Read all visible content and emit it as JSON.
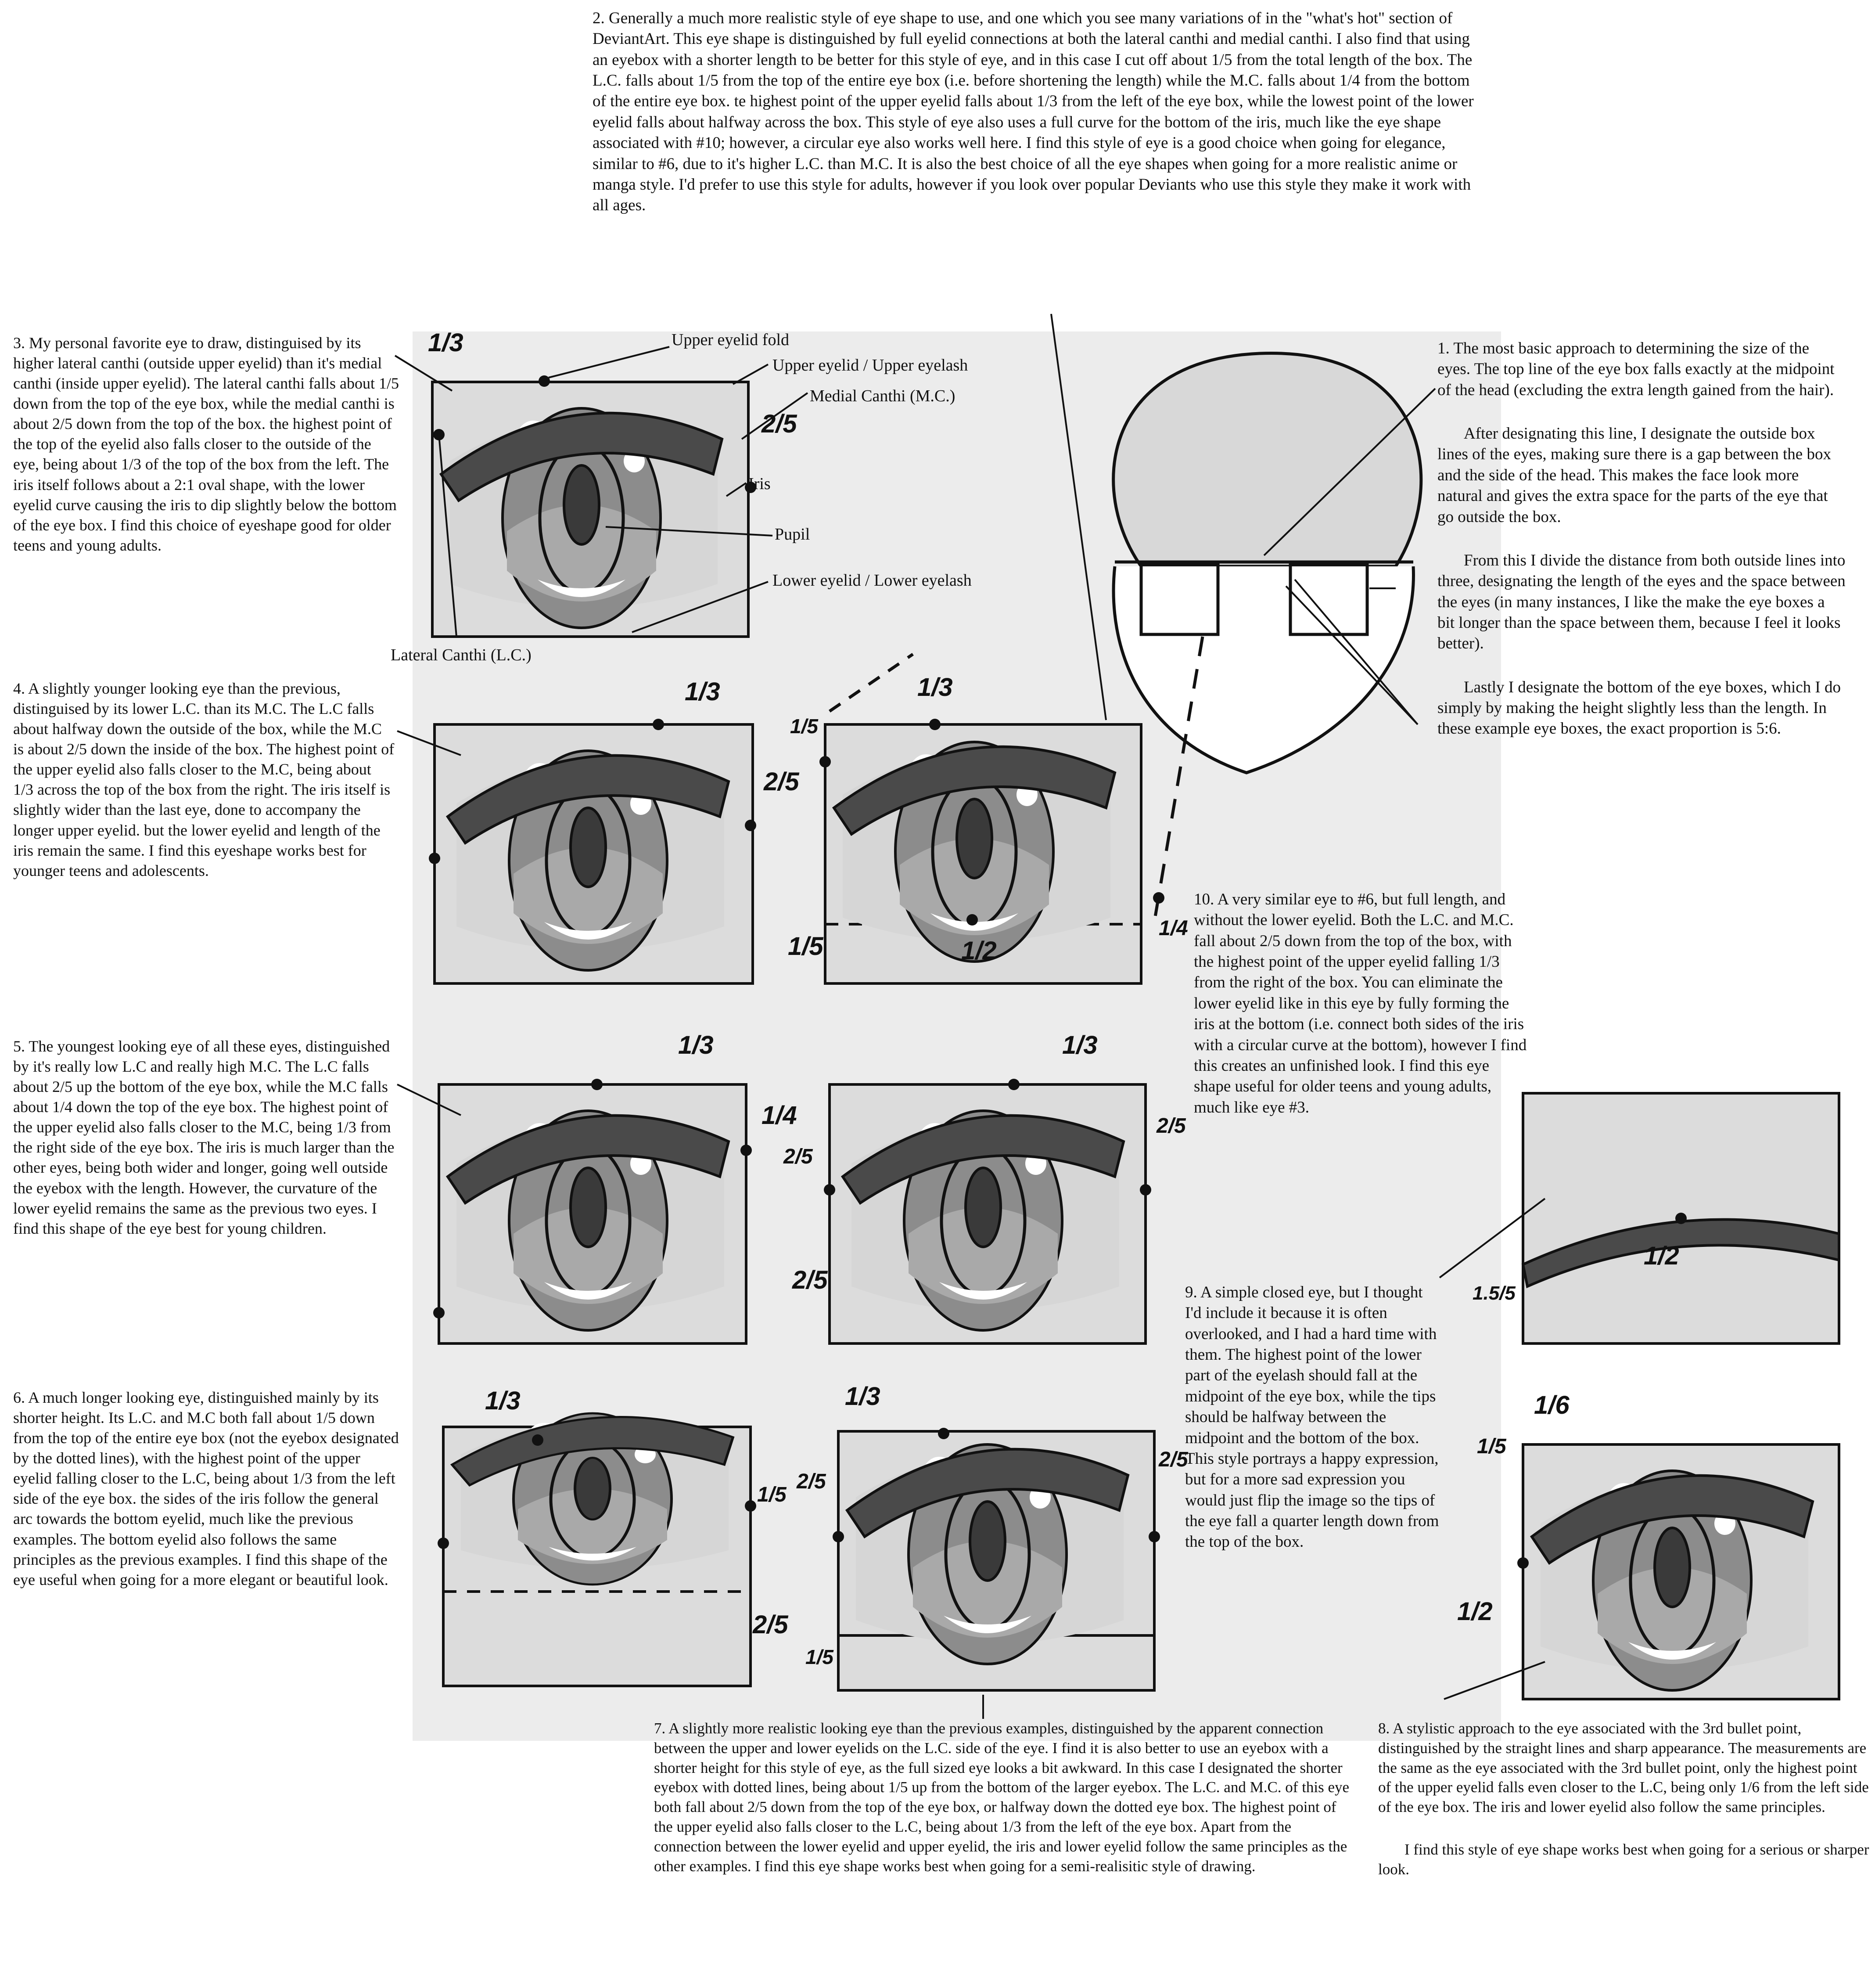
{
  "notes": {
    "n1": {
      "p1": "1. The most basic approach to determining the size of the eyes. The top line of the eye box falls exactly at the midpoint of the head (excluding the extra length gained from the hair).",
      "p2": "After designating this line, I designate the outside box lines of the eyes, making sure there is a gap between the box and the side of the head. This makes the face look more natural and gives the extra space for the parts of the eye that go outside the box.",
      "p3": "From this I divide the distance from both outside lines into three, designating the length of the eyes and the space between the eyes (in many instances, I like the make the eye boxes a bit longer than the space between them, because I feel it looks better).",
      "p4": "Lastly I designate the bottom of the eye boxes, which I do simply by making the height slightly less than the length. In these example eye boxes, the exact proportion is 5:6."
    },
    "n2": "2. Generally a much more realistic style of eye shape to use, and one which you see many variations of in the \"what's hot\" section of DeviantArt. This eye shape is distinguished by full eyelid connections at both the lateral canthi and medial canthi. I also find that using an eyebox with a shorter length to be better for this style of eye, and in this case I cut off about 1/5 from the total length of the box. The L.C. falls about 1/5 from the top of the entire eye box (i.e. before shortening the length) while the M.C. falls about 1/4 from the bottom of the entire eye box. te highest point of the upper eyelid falls about 1/3 from the left of the eye box, while the lowest point of the lower eyelid falls about halfway across the box. This style of eye also uses a full curve for the bottom of the iris, much like the eye shape associated with #10; however, a circular eye also works well here. I find this style of eye is a good choice when going for elegance, similar to #6, due to it's higher L.C. than M.C. It is also the best choice of all the eye shapes when going for a more realistic anime or manga style. I'd prefer to use this style for adults, however if you look over popular Deviants who use this style they make it work with all ages.",
    "n3": "3. My personal favorite eye to draw, distinguised by its higher lateral canthi (outside upper eyelid) than it's medial canthi (inside upper eyelid). The lateral canthi falls about 1/5 down from the top of the eye box, while the medial canthi is about 2/5 down from the top of the box. the highest point of the top of the eyelid also falls closer to the outside of the eye, being about 1/3 of the top of the box from the left. The iris itself follows about a 2:1 oval shape, with the lower eyelid curve causing the iris to dip slightly below the bottom of the eye box. I find this choice of eyeshape good for older teens and young adults.",
    "n4": "4. A slightly younger looking eye than the previous, distinguised by its lower L.C. than its M.C. The L.C falls about halfway down the outside of the box, while the M.C is about 2/5 down the inside of the box. The highest point of the upper eyelid also falls closer to the M.C, being about 1/3 across the top of the box from the right. The iris itself is slightly wider than the last eye, done to accompany the longer upper eyelid. but the lower eyelid and length of the iris remain the same. I find this eyeshape works best for younger teens and adolescents.",
    "n5": "5. The youngest looking eye of all these eyes, distinguished by it's really low L.C and really high M.C. The L.C falls about 2/5 up the bottom of the eye box, while the M.C falls about 1/4 down the top of the eye box. The highest point of the upper eyelid also falls closer to the M.C, being 1/3 from the right side of the eye box. The iris is much larger than the other eyes, being both wider and longer, going well outside the eyebox with the length. However, the curvature of the lower eyelid remains the same as the previous two eyes. I find this shape of the eye best for young children.",
    "n6": "6. A much longer looking eye, distinguished mainly by its shorter height. Its L.C. and M.C both fall about 1/5 down from the top of the entire eye box (not the eyebox designated by the dotted lines), with the highest point of the upper eyelid falling closer to the L.C, being about 1/3 from the left side of the eye box. the sides of the iris follow the general arc towards the bottom eyelid, much like the previous examples. The bottom eyelid also follows the same principles as the previous examples. I find this shape of the eye useful when going for a more elegant or beautiful look.",
    "n7": "7. A slightly more realistic looking eye than the previous examples, distinguished by the apparent connection between the upper and lower eyelids on the L.C. side of the eye. I find it is also better to use an eyebox with a shorter height for this style of eye, as the full sized eye looks a bit awkward. In this case I designated the shorter eyebox with dotted lines, being about 1/5 up from the bottom of the larger eyebox. The L.C. and M.C. of this eye both fall about 2/5 down from the top of the eye box, or halfway down the dotted eye box. The highest point of the upper eyelid also falls closer to the L.C, being about 1/3 from the left of the eye box. Apart from the connection between the lower eyelid and upper eyelid, the iris and lower eyelid follow the same principles as the other examples. I find this eye shape works best when going for a semi-realisitic style of drawing.",
    "n8": {
      "p1": "8. A stylistic approach to the eye associated with the 3rd bullet point, distinguished by the straight lines and sharp appearance. The measurements are the same as the eye associated with the 3rd bullet point, only the highest point of the upper eyelid falls even closer to the L.C, being only 1/6 from the left side of the eye box. The iris and lower eyelid also follow the same principles.",
      "p2": "I find this style of eye shape works best when going for a serious or sharper look."
    },
    "n9": "9. A simple closed eye, but I thought I'd include it because it is often overlooked, and I had a hard time with them. The highest point of the lower part of the eyelash should fall at the midpoint of the eye box, while the tips should be halfway between the midpoint and the bottom of the box. This style portrays a happy expression, but for a more sad expression you would just flip the image so the tips of the eye fall a quarter length down from the top of the box.",
    "n10": "10. A very similar eye to #6, but full length, and without the lower eyelid. Both the L.C. and M.C. fall about 2/5 down from the top of the box, with the highest point of the upper eyelid falling 1/3 from the right of the box. You can eliminate the lower eyelid like in this eye by fully forming the iris at the bottom (i.e. connect both sides of the iris with a circular curve at the bottom), however I find this creates an unfinished look. I find this eye shape useful for older teens and young adults, much like eye #3."
  },
  "labels": {
    "upper_fold": "Upper eyelid fold",
    "upper_eyelid": "Upper eyelid / Upper eyelash",
    "medial": "Medial Canthi (M.C.)",
    "iris": "Iris",
    "pupil": "Pupil",
    "lower_eyelid": "Lower eyelid / Lower eyelash",
    "lateral": "Lateral Canthi (L.C.)"
  },
  "hand": {
    "e3_top": "1/3",
    "e3_mc": "2/5",
    "e4_top": "1/3",
    "e4_mc": "2/5",
    "e2_top": "1/3",
    "e2_lc": "1/5",
    "e2_mc": "1/4",
    "e2_bot": "1/5",
    "e2_low": "1/2",
    "e5_top": "1/3",
    "e5_mc": "1/4",
    "e10_top": "1/3",
    "e10_lc": "2/5",
    "e10_mc": "2/5",
    "e10_bot": "2/5",
    "e6_top": "1/3",
    "e6_mc": "1/5",
    "e7_top": "1/3",
    "e7_lc": "2/5",
    "e7_mc": "2/5",
    "e7_bot": "2/5",
    "e7_low": "1/5",
    "e9_mid": "1/2",
    "e9_side": "1.5/5",
    "e8_top": "1/6",
    "e8_lc": "1/5",
    "e8_low": "1/2"
  },
  "colors": {
    "ink": "#111111",
    "lid": "#4a4a4a",
    "iris": "#8c8c8c",
    "pupil": "#3a3a3a",
    "paper": "#ececec",
    "box": "#dcdcdc"
  }
}
